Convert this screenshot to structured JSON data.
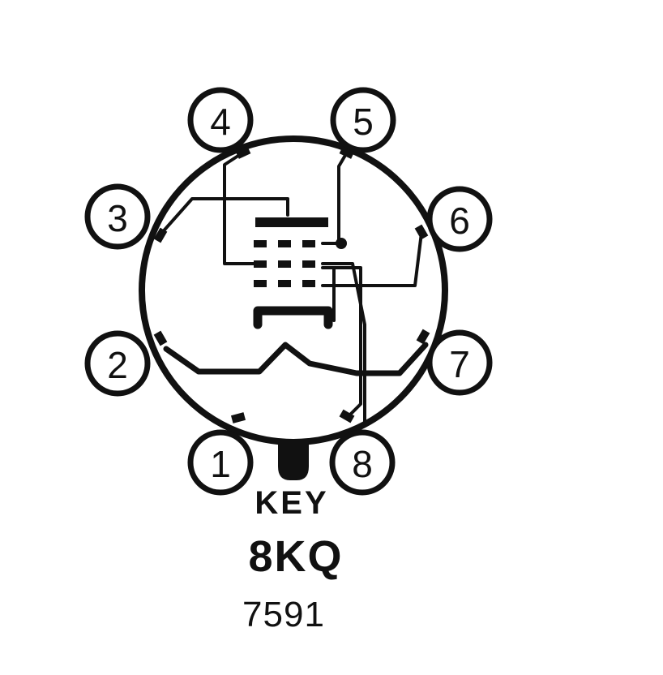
{
  "pins": [
    {
      "id": "1",
      "label": "1"
    },
    {
      "id": "2",
      "label": "2"
    },
    {
      "id": "3",
      "label": "3"
    },
    {
      "id": "4",
      "label": "4"
    },
    {
      "id": "5",
      "label": "5"
    },
    {
      "id": "6",
      "label": "6"
    },
    {
      "id": "7",
      "label": "7"
    },
    {
      "id": "8",
      "label": "8"
    }
  ],
  "key_label": "KEY",
  "base_code": "8KQ",
  "tube_type": "7591",
  "colors": {
    "ink": "#111111",
    "background": "#ffffff"
  }
}
